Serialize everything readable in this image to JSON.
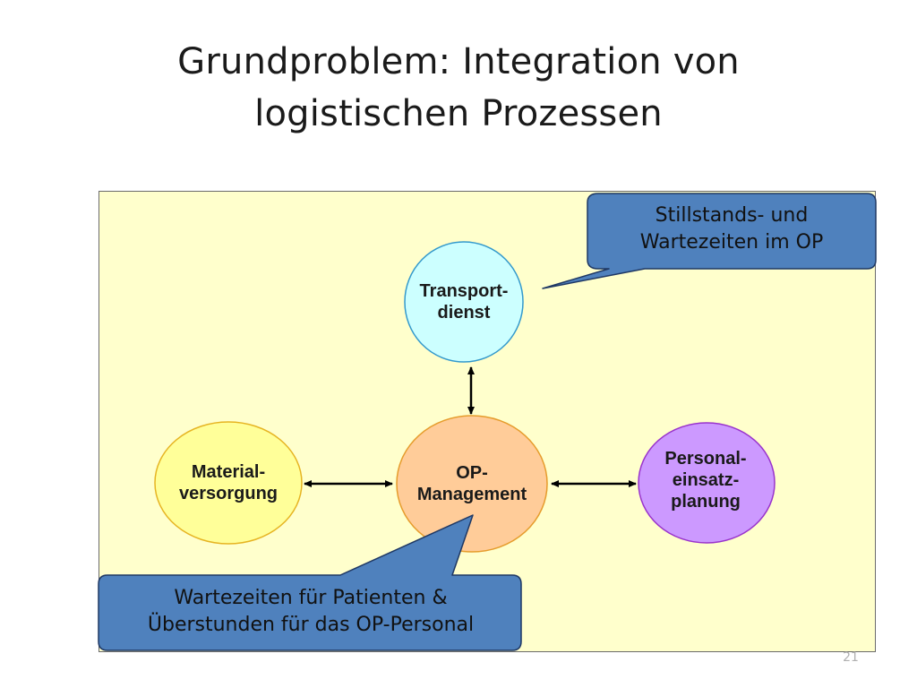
{
  "slide": {
    "title_line1": "Grundproblem: Integration von",
    "title_line2": "logistischen Prozessen",
    "page_number": "21"
  },
  "nodes": {
    "transport": {
      "line1": "Transport-",
      "line2": "dienst",
      "fill": "#ccffff"
    },
    "op": {
      "line1": "OP-",
      "line2": "Management",
      "fill": "#ffcc99"
    },
    "material": {
      "line1": "Material-",
      "line2": "versorgung",
      "fill": "#ffff99"
    },
    "personal": {
      "line1": "Personal-",
      "line2": "einsatz-",
      "line3": "planung",
      "fill": "#cc99ff"
    }
  },
  "callouts": {
    "top": {
      "line1": "Stillstands- und",
      "line2": "Wartezeiten im OP",
      "fill": "#4f81bd"
    },
    "bottom": {
      "line1": "Wartezeiten für Patienten &",
      "line2": "Überstunden für das OP-Personal",
      "fill": "#4f81bd"
    }
  },
  "colors": {
    "panel_background": "#ffffcc",
    "node_border_orange": "#e69c2c",
    "node_border_blue": "#3399cc",
    "node_border_purple": "#9933cc",
    "callout_border": "#1f3864"
  }
}
